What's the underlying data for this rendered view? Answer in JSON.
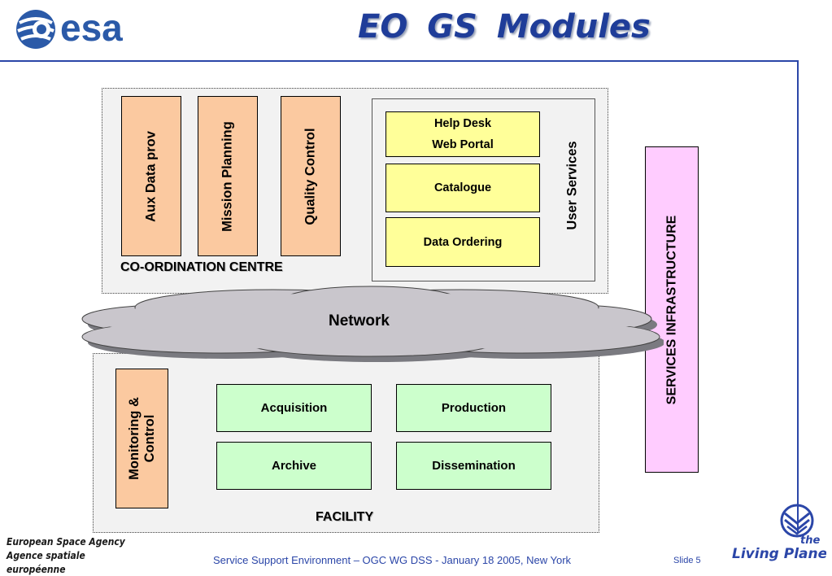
{
  "header": {
    "logo_text": "esa",
    "title": "EO  GS   Modules"
  },
  "coordination_centre": {
    "label": "CO-ORDINATION CENTRE",
    "modules": [
      "Aux Data prov",
      "Mission Planning",
      "Quality Control"
    ],
    "user_services": {
      "label": "User Services",
      "items": [
        {
          "line1": "Help Desk",
          "line2": "Web Portal"
        },
        {
          "line1": "Catalogue"
        },
        {
          "line1": "Data Ordering"
        }
      ]
    }
  },
  "network": {
    "label": "Network"
  },
  "services_infrastructure": {
    "label": "SERVICES INFRASTRUCTURE"
  },
  "facility": {
    "label": "FACILITY",
    "monitoring": {
      "line1": "Monitoring &",
      "line2": "Control"
    },
    "modules": [
      "Acquisition",
      "Production",
      "Archive",
      "Dissemination"
    ]
  },
  "footer": {
    "agency_en": "European Space Agency",
    "agency_fr": "Agence spatiale européenne",
    "text": "Service Support Environment – OGC WG DSS - January 18 2005, New York",
    "slide_label": "Slide",
    "slide_number": "5",
    "living_planet_the": "the",
    "living_planet": "Living Planet"
  },
  "colors": {
    "title_blue": "#1f3d99",
    "module_orange": "#fbc9a0",
    "user_service_yellow": "#ffff99",
    "facility_green": "#ccffcc",
    "infrastructure_pink": "#ffccff",
    "network_grey": "#c9c6cc"
  }
}
